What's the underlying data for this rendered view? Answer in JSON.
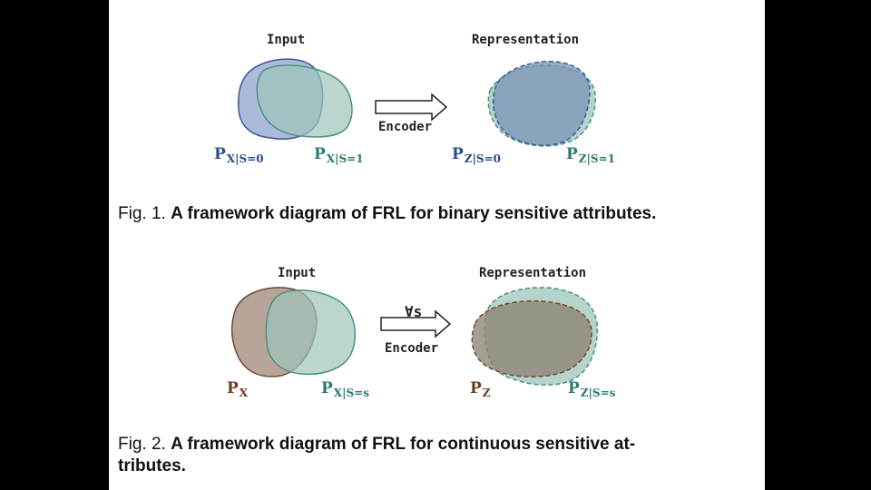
{
  "figure1": {
    "input_title": "Input",
    "representation_title": "Representation",
    "arrow_label": "Encoder",
    "input_labels": [
      {
        "base": "P",
        "sub": "X|S=0",
        "color": "#2b4a8c"
      },
      {
        "base": "P",
        "sub": "X|S=1",
        "color": "#2a7a6e"
      }
    ],
    "representation_labels": [
      {
        "base": "P",
        "sub": "Z|S=0",
        "color": "#2b4a8c"
      },
      {
        "base": "P",
        "sub": "Z|S=1",
        "color": "#2a7a6e"
      }
    ],
    "caption_prefix": "Fig. 1.",
    "caption_text": "A framework diagram of FRL for binary sensitive attributes."
  },
  "figure2": {
    "input_title": "Input",
    "representation_title": "Representation",
    "arrow_top_label": "∀s",
    "arrow_label": "Encoder",
    "input_labels": [
      {
        "base": "P",
        "sub": "X",
        "color": "#6e3b1f"
      },
      {
        "base": "P",
        "sub": "X|S=s",
        "color": "#2a7a6e"
      }
    ],
    "representation_labels": [
      {
        "base": "P",
        "sub": "Z",
        "color": "#6e3b1f"
      },
      {
        "base": "P",
        "sub": "Z|S=s",
        "color": "#2a7a6e"
      }
    ],
    "caption_prefix": "Fig. 2.",
    "caption_text_line1": "A framework diagram of FRL for continuous sensitive at-",
    "caption_text_line2": "tributes."
  },
  "colors": {
    "blue_fill": "#8ea3cb",
    "blue_stroke": "#3d5a97",
    "teal_fill": "#9dc4bb",
    "teal_stroke": "#4b9085",
    "brown_fill": "#a58f7f",
    "brown_stroke": "#6e4a31",
    "overlap_fill": "#6f8f96"
  }
}
